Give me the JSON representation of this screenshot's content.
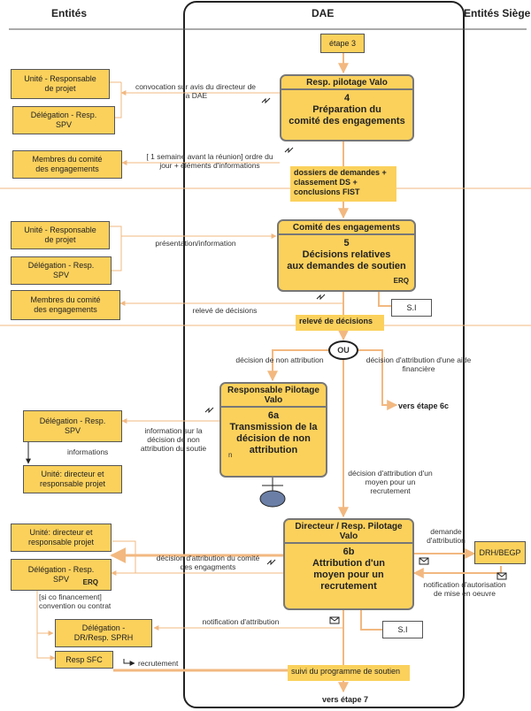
{
  "columns": {
    "left": "Entités",
    "middle": "DAE",
    "right": "Entités Siège"
  },
  "start_step": "étape   3",
  "step4": {
    "title": "Resp. pilotage Valo",
    "num": "4",
    "line1": "Préparation du",
    "line2": "comité des engagements"
  },
  "step5": {
    "title": "Comité des engagements",
    "num": "5",
    "line1": "Décisions relatives",
    "line2": "aux demandes de soutien",
    "tag": "ERQ"
  },
  "step6a": {
    "title1": "Responsable Pilotage",
    "title2": "Valo",
    "num": "6a",
    "line1": "Transmission de la",
    "line2": "décision de non",
    "line3": "attribution",
    "tag": "n"
  },
  "step6b": {
    "title": "Directeur / Resp. Pilotage Valo",
    "num": "6b",
    "line1": "Attribution d'un",
    "line2": "moyen pour un",
    "line3": "recrutement"
  },
  "boxes": {
    "unite_resp_1a": "Unité - Responsable",
    "unite_resp_1b": "de projet",
    "deleg_spv_1a": "Délégation - Resp.",
    "deleg_spv_1b": "SPV",
    "membres_1a": "Membres du comité",
    "membres_1b": "des engagements",
    "unite_resp_2a": "Unité - Responsable",
    "unite_resp_2b": "de projet",
    "deleg_spv_2a": "Délégation - Resp.",
    "deleg_spv_2b": "SPV",
    "membres_2a": "Membres du comité",
    "membres_2b": "des engagements",
    "deleg_spv_3a": "Délégation - Resp.",
    "deleg_spv_3b": "SPV",
    "unite_dir_1a": "Unité: directeur et",
    "unite_dir_1b": "responsable projet",
    "unite_dir_2a": "Unité: directeur et",
    "unite_dir_2b": "responsable projet",
    "deleg_spv_4a": "Délégation - Resp.",
    "deleg_spv_4b": "SPV",
    "deleg_spv_4_tag": "ERQ",
    "deleg_sprh_a": "Délégation       -",
    "deleg_sprh_b": "DR/Resp. SPRH",
    "resp_sfc": "Resp SFC",
    "drh_begp": "DRH/BEGP",
    "si_1": "S.I",
    "si_2": "S.I"
  },
  "notes": {
    "dossiers_1": "dossiers de demandes +",
    "dossiers_2": "classement DS +",
    "dossiers_3": "conclusions FIST",
    "releve": "relevé de décisions",
    "suivi": "suivi du programme de soutien"
  },
  "labels": {
    "convocation_1": "convocation sur avis du directeur de",
    "convocation_2": "la DAE",
    "semaine_1": "[ 1 semaine avant la réunion] ordre du",
    "semaine_2": "jour + éléments d'informations",
    "presentation": "présentation/information",
    "releve_decisions": "relevé de décisions",
    "ou": "OU",
    "non_attribution": "décision de non attribution",
    "attribution_aide_1": "décision d'attribution d'une aide",
    "attribution_aide_2": "financière",
    "vers_6c": "vers étape 6c",
    "info_dec_1": "information sur la",
    "info_dec_2": "décision de non",
    "info_dec_3": "attribution du soutie",
    "informations": "informations",
    "attrib_moyen_1": "décision d'attribution d'un",
    "attrib_moyen_2": "moyen pour un",
    "attrib_moyen_3": "recrutement",
    "attrib_comite_1": "décision d'attribution du comité",
    "attrib_comite_2": "des engagments",
    "demande_1": "demande",
    "demande_2": "d'attribution",
    "notif_autor_1": "notification d'autorisation",
    "notif_autor_2": "de mise en oeuvre",
    "si_co_1": "[si co financement]",
    "si_co_2": "convention ou contrat",
    "notif_attrib": "notification d'attribution",
    "recrutement": "recrutement",
    "vers_7": "vers étape 7"
  },
  "colors": {
    "flow": "#f2b880",
    "box": "#fbd15c",
    "terminal": "#6b7fa6"
  }
}
